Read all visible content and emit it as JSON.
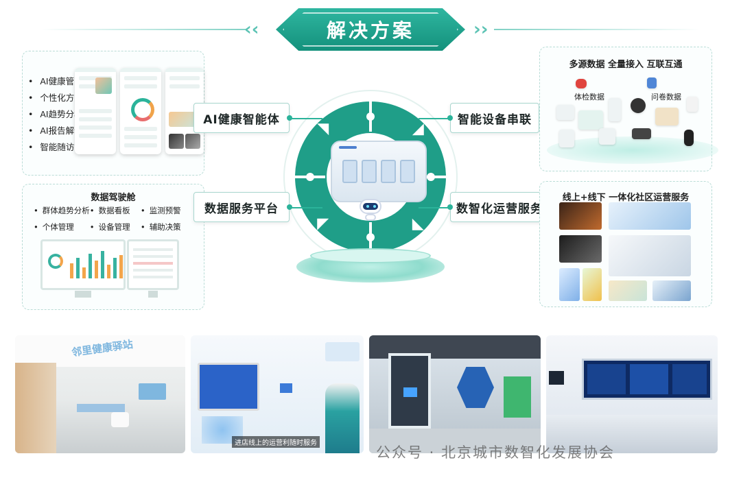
{
  "title": "解决方案",
  "ai_panel": {
    "items": [
      "AI健康管家",
      "个性化方案",
      "AI趋势分析",
      "AI报告解读",
      "智能随访"
    ]
  },
  "cockpit_panel": {
    "title": "数据驾驶舱",
    "items": [
      "群体趋势分析",
      "数据看板",
      "监测预警",
      "个体管理",
      "设备管理",
      "辅助决策"
    ]
  },
  "device_panel": {
    "title": "多源数据 全量接入 互联互通",
    "label_physical": "体检数据",
    "label_survey": "问卷数据"
  },
  "ops_panel": {
    "title": "线上+线下 一体化社区运营服务"
  },
  "callouts": {
    "ai_agent": "AI健康智能体",
    "device_link": "智能设备串联",
    "data_platform": "数据服务平台",
    "digital_ops": "数智化运营服务"
  },
  "photos": {
    "station_sign": "邻里健康驿站",
    "caption": "进店线上的运营利随时服务"
  },
  "watermark": "公众号 · 北京城市数智化发展协会",
  "colors": {
    "accent": "#1f9e88",
    "accent_light": "#7fd1c4",
    "panel_border": "#b9dcd6"
  }
}
